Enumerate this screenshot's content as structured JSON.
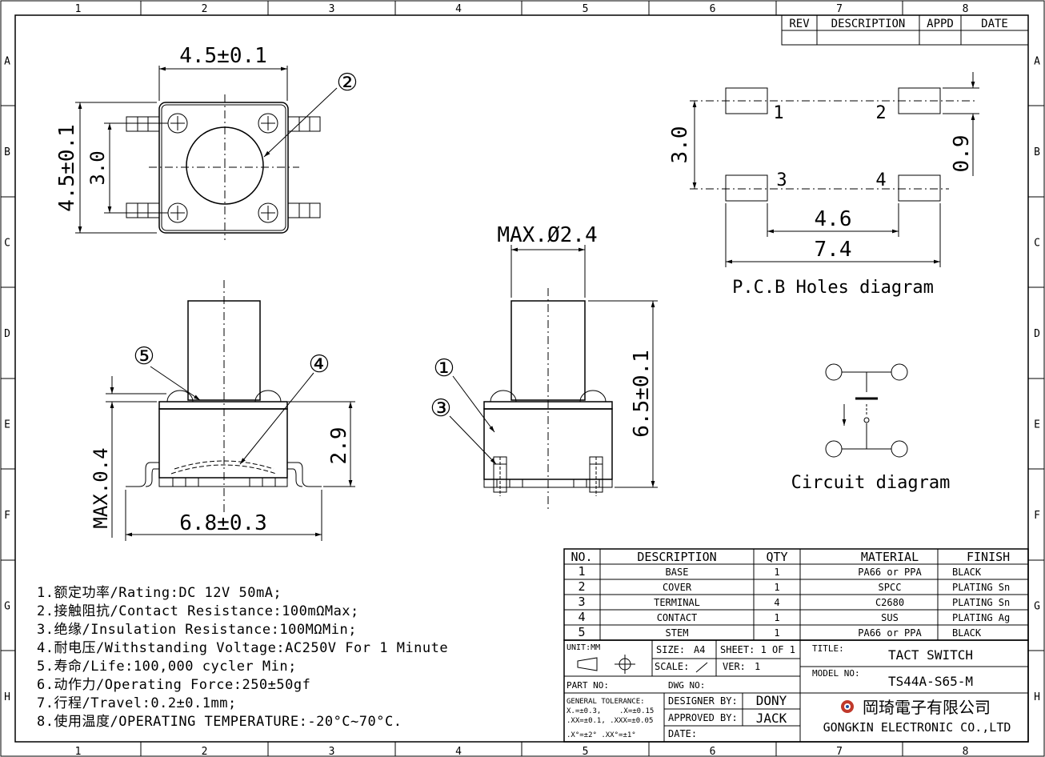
{
  "frame": {
    "col_labels": [
      "1",
      "2",
      "3",
      "4",
      "5",
      "6",
      "7",
      "8"
    ],
    "row_labels": [
      "A",
      "B",
      "C",
      "D",
      "E",
      "F",
      "G",
      "H"
    ]
  },
  "rev_block": {
    "rev": "REV",
    "description": "DESCRIPTION",
    "appd": "APPD",
    "date": "DATE"
  },
  "top_view": {
    "width_dim": "4.5±0.1",
    "height_dim": "4.5±0.1",
    "inner_dim": "3.0",
    "callout": "②"
  },
  "side_view": {
    "height_dim": "2.9",
    "max_dim": "MAX.0.4",
    "width_dim": "6.8±0.3",
    "callout_a": "⑤",
    "callout_b": "④"
  },
  "front_view": {
    "stem_dim": "MAX.Ø2.4",
    "height_dim": "6.5±0.1",
    "callout_a": "①",
    "callout_b": "③"
  },
  "pcb": {
    "pin_labels": [
      "1",
      "2",
      "3",
      "4"
    ],
    "pitch_y": "3.0",
    "pad_dim": "0.9",
    "inner_x": "4.6",
    "outer_x": "7.4",
    "caption": "P.C.B Holes diagram"
  },
  "circuit": {
    "caption": "Circuit diagram"
  },
  "specs": [
    "1.额定功率/Rating:DC 12V 50mA;",
    "2.接触阻抗/Contact Resistance:100mΩMax;",
    "3.绝缘/Insulation Resistance:100MΩMin;",
    "4.耐电压/Withstanding Voltage:AC250V For 1 Minute",
    "5.寿命/Life:100,000 cycler Min;",
    "6.动作力/Operating Force:250±50gf",
    "7.行程/Travel:0.2±0.1mm;",
    "8.使用温度/OPERATING TEMPERATURE:-20°C~70°C."
  ],
  "bom": {
    "headers": [
      "NO.",
      "DESCRIPTION",
      "QTY",
      "MATERIAL",
      "FINISH"
    ],
    "rows": [
      [
        "1",
        "BASE",
        "1",
        "PA66 or PPA",
        "BLACK"
      ],
      [
        "2",
        "COVER",
        "1",
        "SPCC",
        "PLATING Sn"
      ],
      [
        "3",
        "TERMINAL",
        "4",
        "C2680",
        "PLATING Sn"
      ],
      [
        "4",
        "CONTACT",
        "1",
        "SUS",
        "PLATING Ag"
      ],
      [
        "5",
        "STEM",
        "1",
        "PA66 or PPA",
        "BLACK"
      ]
    ]
  },
  "title_block": {
    "unit": "UNIT:MM",
    "size_label": "SIZE:",
    "size": "A4",
    "sheet": "SHEET: 1 OF 1",
    "scale_label": "SCALE:",
    "scale": "/",
    "ver_label": "VER:",
    "ver": "1",
    "title_label": "TITLE:",
    "title": "TACT SWITCH",
    "model_label": "MODEL NO:",
    "model": "TS44A-S65-M",
    "part_no": "PART NO:",
    "dwg_no": "DWG NO:",
    "tol_title": "GENERAL TOLERANCE:",
    "tol_1": "X.=±0.3,",
    "tol_2": ".X=±0.15",
    "tol_3": ".XX=±0.1, .XXX=±0.05",
    "tol_4": ".X°=±2° .XX°=±1°",
    "designer_label": "DESIGNER BY:",
    "designer": "DONY",
    "approved_label": "APPROVED BY:",
    "approved": "JACK",
    "date_label": "DATE:",
    "company_cn": "岡琦電子有限公司",
    "company_en": "GONGKIN ELECTRONIC CO.,LTD"
  }
}
